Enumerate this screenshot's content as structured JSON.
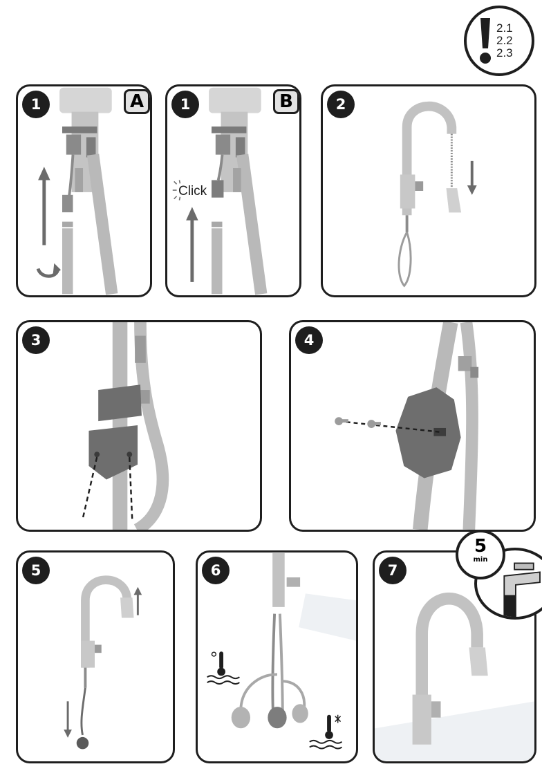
{
  "note": {
    "references": [
      "2.1",
      "2.2",
      "2.3"
    ]
  },
  "steps": [
    {
      "number": "1",
      "variant": "A"
    },
    {
      "number": "1",
      "variant": "B",
      "sound_label": "Click"
    },
    {
      "number": "2"
    },
    {
      "number": "3"
    },
    {
      "number": "4"
    },
    {
      "number": "5"
    },
    {
      "number": "6"
    },
    {
      "number": "7",
      "timer": {
        "value": "5",
        "unit": "min"
      }
    }
  ],
  "colors": {
    "outline": "#1e1e1e",
    "hose": "#b9b9b9",
    "part": "#6e6e6e",
    "arrow": "#6b6b6b"
  }
}
